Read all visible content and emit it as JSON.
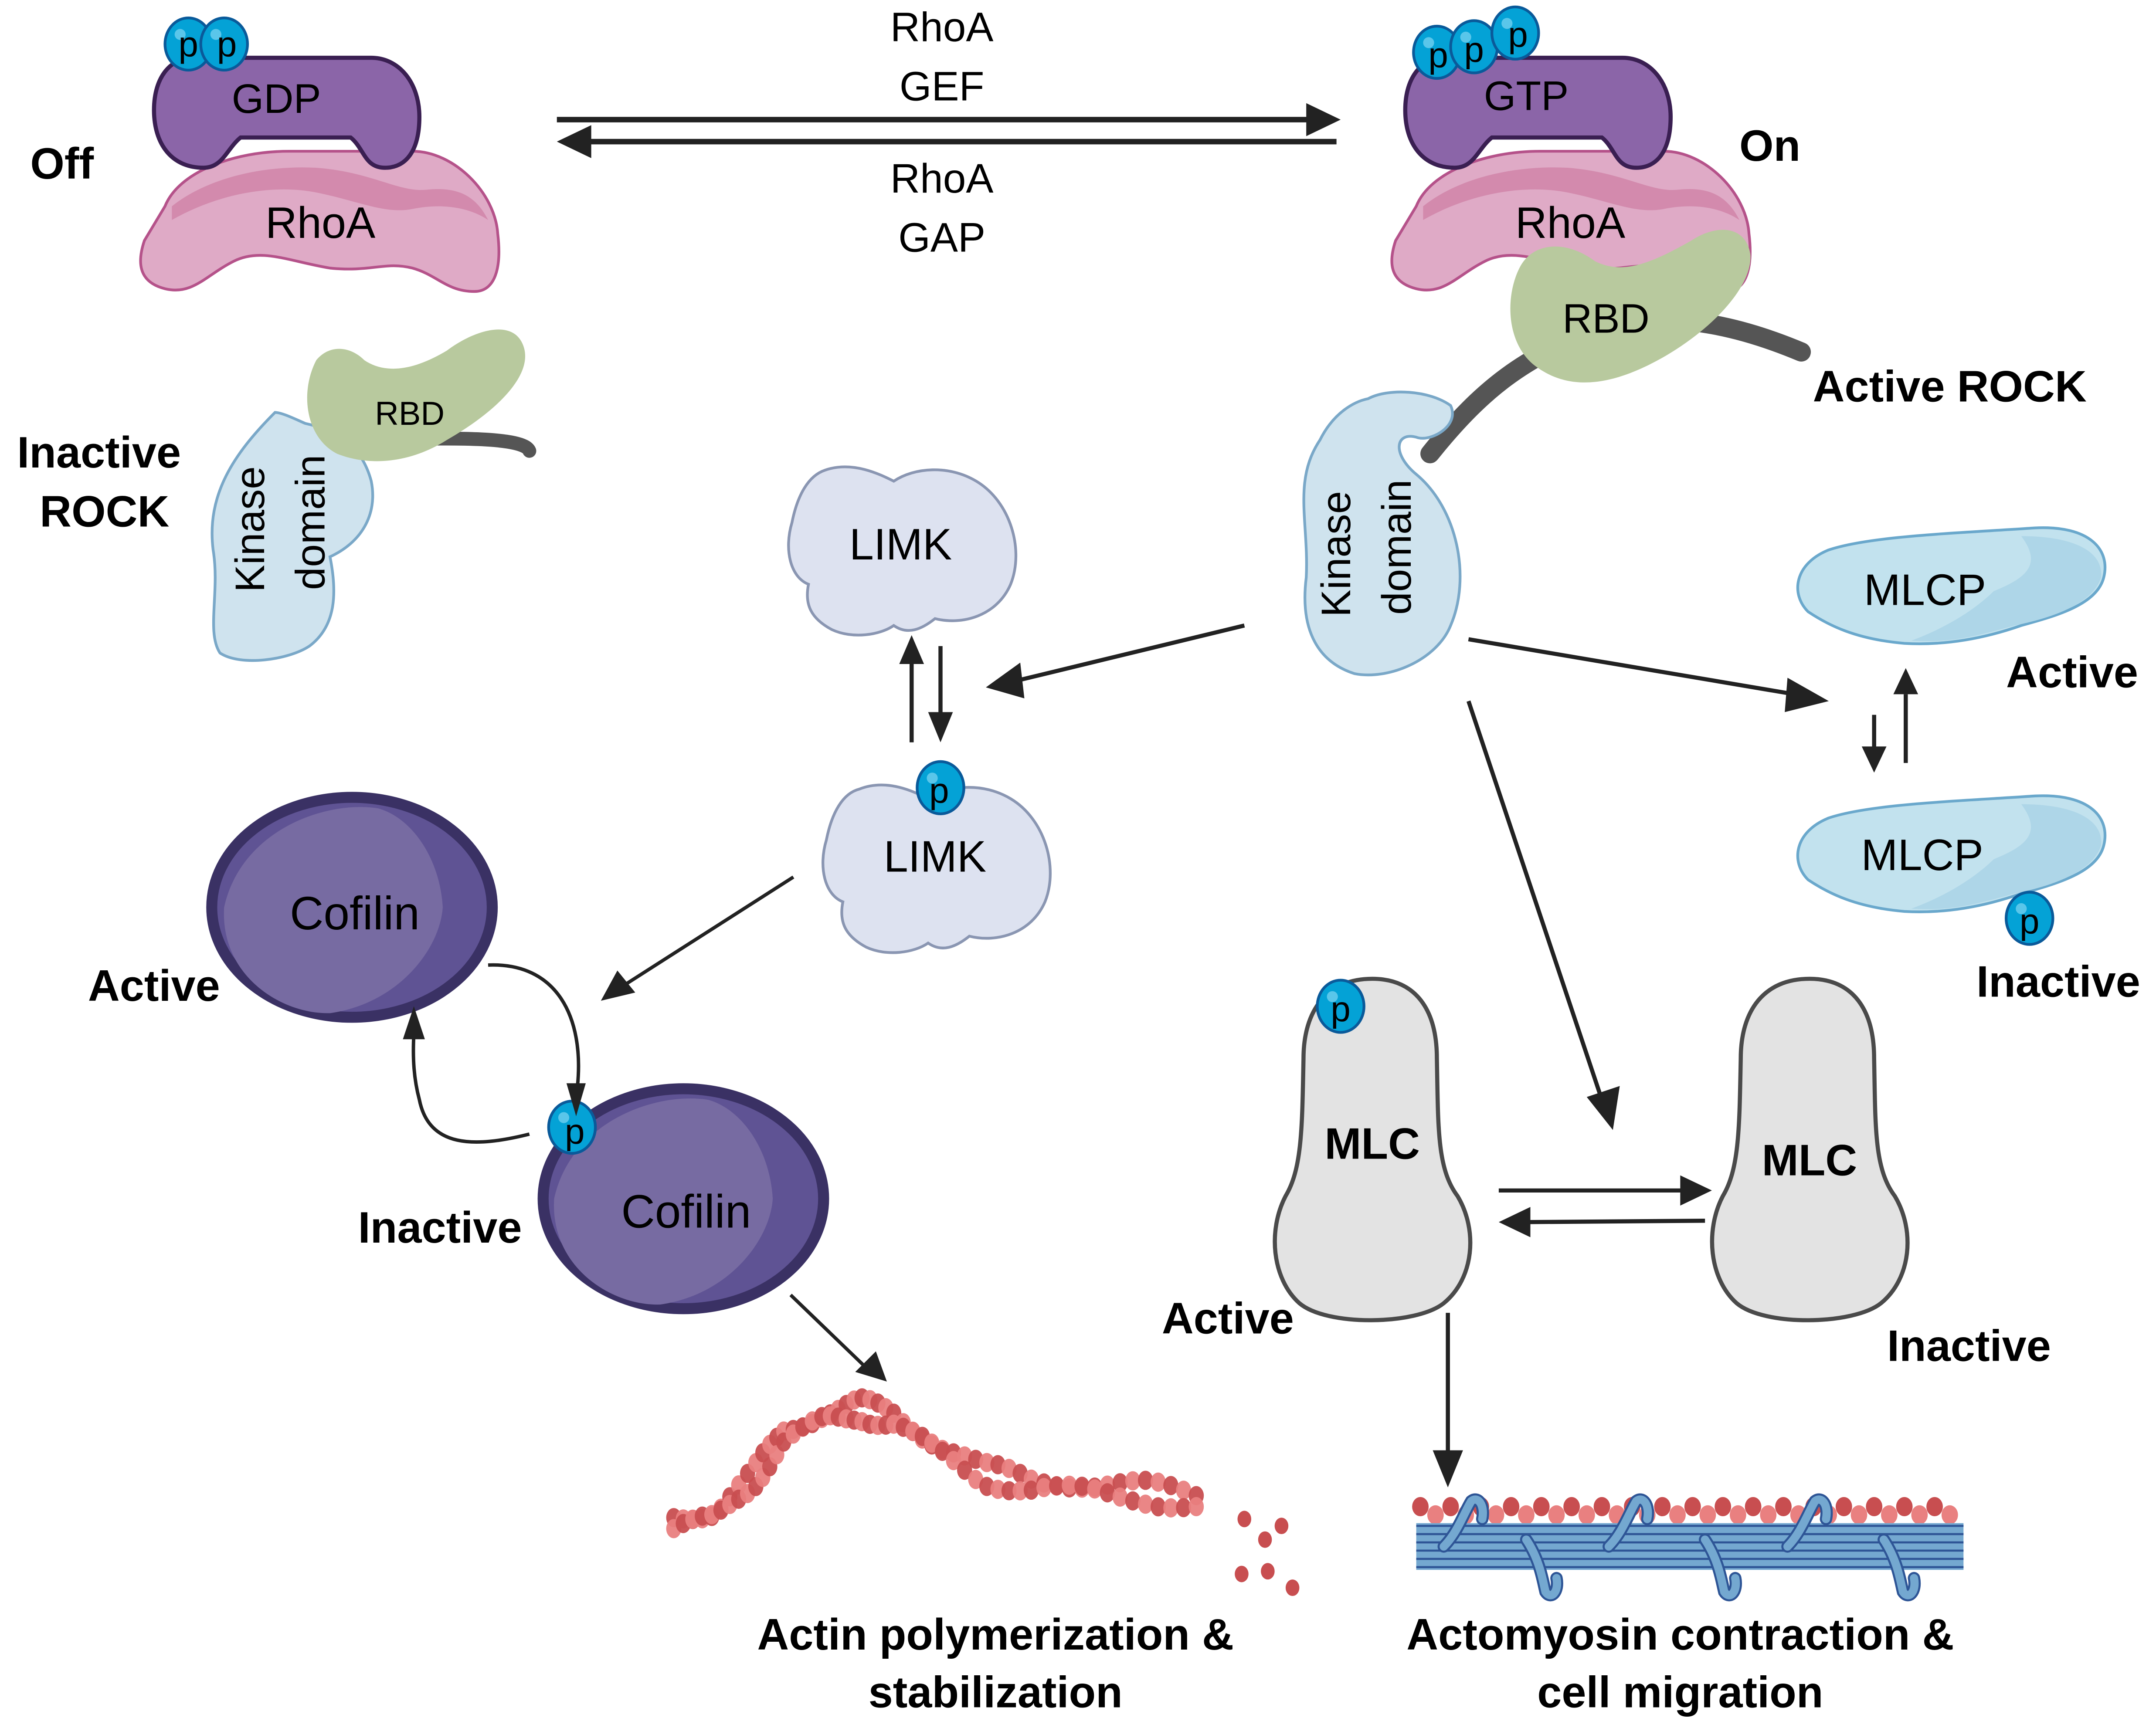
{
  "title": "RhoA/ROCK signaling pathway",
  "colors": {
    "gdp_gtp_fill": "#8b65a8",
    "gdp_gtp_stroke": "#3a1f52",
    "rhoa_fill": "#dfaac6",
    "rhoa_dark": "#cf82a6",
    "rhoa_stroke": "#b5528a",
    "rbd_fill": "#b8c99e",
    "kinase_fill": "#cfe3ee",
    "kinase_stroke": "#7aa8c8",
    "linker": "#555555",
    "phosphate_fill": "#04a2d6",
    "phosphate_stroke": "#0a5a9a",
    "limk_fill": "#dde2f0",
    "limk_stroke": "#8a96b2",
    "cofilin_fill": "#776ba2",
    "cofilin_dark": "#5f5394",
    "cofilin_stroke": "#3a3164",
    "mlcp_fill": "#c2e2ee",
    "mlcp_stroke": "#6aa8cc",
    "mlc_fill": "#e3e3e3",
    "mlc_stroke": "#4a4a4a",
    "actin_light": "#e98080",
    "actin_dark": "#c84e50",
    "myosin_fill": "#74a8d0",
    "myosin_stroke": "#2e5596",
    "arrow": "#222222"
  },
  "top": {
    "off_label": "Off",
    "on_label": "On",
    "gdp_label": "GDP",
    "gtp_label": "GTP",
    "rhoa_label": "RhoA",
    "gef_line1": "RhoA",
    "gef_line2": "GEF",
    "gap_line1": "RhoA",
    "gap_line2": "GAP",
    "phosphate": "p"
  },
  "rock": {
    "inactive_line1": "Inactive",
    "inactive_line2": "ROCK",
    "active_label": "Active ROCK",
    "rbd_label": "RBD",
    "kinase_line1": "Kinase",
    "kinase_line2": "domain"
  },
  "limk": {
    "label": "LIMK",
    "phospho_label": "LIMK"
  },
  "cofilin": {
    "label": "Cofilin",
    "active_state": "Active",
    "inactive_state": "Inactive"
  },
  "mlcp": {
    "label": "MLCP",
    "active_state": "Active",
    "inactive_state": "Inactive"
  },
  "mlc": {
    "label": "MLC",
    "active_state": "Active",
    "inactive_state": "Inactive"
  },
  "outcomes": {
    "actin_line1": "Actin polymerization &",
    "actin_line2": "stabilization",
    "actomyosin_line1": "Actomyosin contraction &",
    "actomyosin_line2": "cell migration"
  }
}
